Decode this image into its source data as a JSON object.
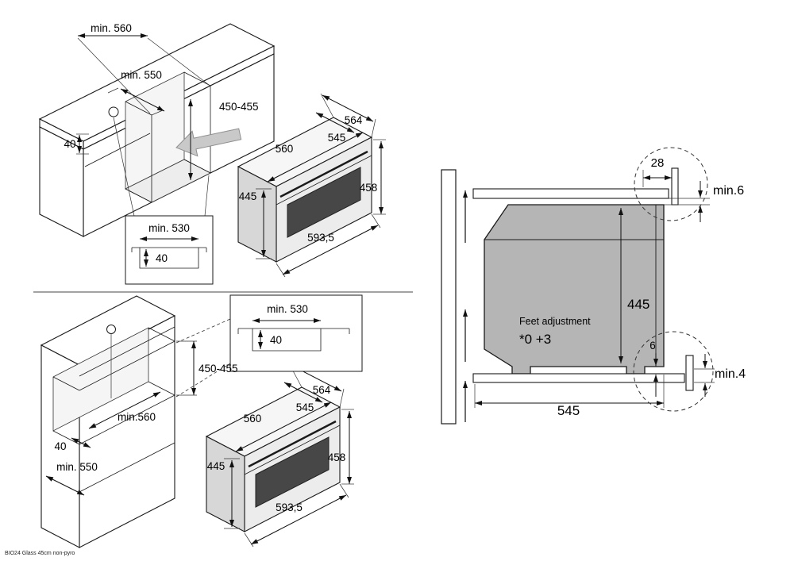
{
  "footer": {
    "model_note": "BIO24 Glass 45cm non-pyro"
  },
  "top_panel": {
    "dims": {
      "niche_width": "min. 560",
      "niche_depth": "min. 550",
      "niche_height": "450-455",
      "edge_gap": "40"
    },
    "inset": {
      "width": "min. 530",
      "depth": "40"
    }
  },
  "bottom_panel": {
    "dims": {
      "niche_height": "450-455",
      "niche_width": "min.560",
      "edge_gap": "40",
      "niche_depth": "min. 550"
    },
    "inset": {
      "width": "min. 530",
      "depth": "40"
    }
  },
  "oven_dims": {
    "depth_total": "564",
    "depth_body": "545",
    "width_body": "560",
    "height_body": "445",
    "height_total": "458",
    "width_front": "593,5"
  },
  "side_panel": {
    "dims": {
      "rear_offset": "28",
      "top_clearance": "min.6",
      "height": "445",
      "bottom_gap": "6",
      "bottom_clearance": "min.4",
      "depth": "545"
    },
    "feet": {
      "label": "Feet adjustment",
      "range": "*0 +3"
    }
  }
}
